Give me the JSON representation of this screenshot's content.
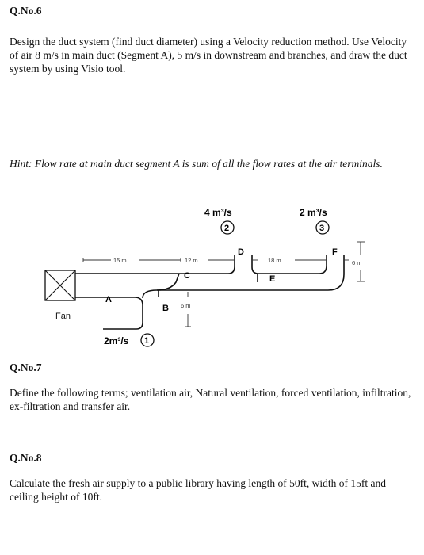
{
  "q6": {
    "heading": "Q.No.6",
    "body": "Design the duct system (find duct diameter) using a Velocity reduction method. Use Velocity of air 8 m/s in main duct (Segment A), 5 m/s in downstream and branches, and draw the duct system by using Visio tool.",
    "hint": "Hint: Flow rate at main duct segment A is sum of all the flow rates at the air terminals."
  },
  "diagram": {
    "flow_2": "4 m³/s",
    "flow_3": "2 m³/s",
    "flow_1": "2m³/s",
    "terminal_1": "1",
    "terminal_2": "2",
    "terminal_3": "3",
    "fan_label": "Fan",
    "seg_a": "A",
    "seg_b": "B",
    "seg_c": "C",
    "seg_d": "D",
    "seg_e": "E",
    "seg_f": "F",
    "dim_15": "15 m",
    "dim_12": "12 m",
    "dim_18": "18 m",
    "dim_6_right": "6 m",
    "dim_6_down": "6 m"
  },
  "q7": {
    "heading": "Q.No.7",
    "body": "Define the following terms; ventilation air, Natural ventilation, forced ventilation, infiltration, ex-filtration and transfer air."
  },
  "q8": {
    "heading": "Q.No.8",
    "body": "Calculate the fresh air supply to a public library having length of 50ft, width of 15ft and ceiling height of 10ft."
  }
}
